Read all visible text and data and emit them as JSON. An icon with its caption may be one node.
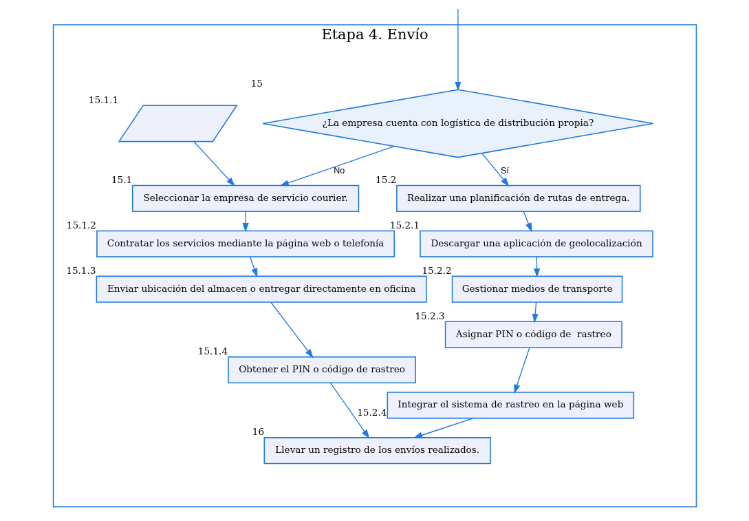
{
  "diagram": {
    "nodes": [
      {
        "text": [
          "Etapa 4. Envío"
        ]
      },
      {
        "text": [
          "¿La empresa cuenta con logística de distribución propia?"
        ],
        "beside": [
          "15"
        ],
        "in": 0
      },
      {
        "text": [
          "Seleccionar la empresa de servicio courier."
        ],
        "beside": [
          "15.1"
        ],
        "in": 0
      },
      {
        "text": [],
        "shape": "parallelogram",
        "beside": [
          "15.1.1"
        ],
        "in": 0
      },
      {
        "text": [
          "Realizar una planificación de rutas de entrega."
        ],
        "beside": [
          "15.2"
        ],
        "in": 0
      },
      {
        "text": [
          "Contratar los servicios mediante la página web o telefonía"
        ],
        "beside": [
          "15.1.2"
        ],
        "in": 0
      },
      {
        "text": [
          "Descargar una aplicación de geolocalización"
        ],
        "beside": [
          "15.2.1"
        ],
        "in": 0
      },
      {
        "text": [
          "Enviar ubicación del almacen o entregar directamente en oficina"
        ],
        "beside": [
          "15.1.3"
        ],
        "in": 0
      },
      {
        "text": [
          "Gestionar medios de transporte"
        ],
        "beside": [
          "15.2.2"
        ],
        "in": 0
      },
      {
        "text": [
          "Obtener el PIN o código de rastreo"
        ],
        "beside": [
          "15.1.4"
        ],
        "in": 0
      },
      {
        "text": [
          "Asignar PIN o código de  rastreo"
        ],
        "beside": [
          "15.2.3"
        ],
        "in": 0
      },
      {
        "text": [
          "Integrar el sistema de rastreo en la página web"
        ],
        "beside": [
          "15.2.4"
        ],
        "in": 0
      },
      {
        "text": [
          "Llevar un registro de los envíos realizados."
        ],
        "beside": [
          "16"
        ],
        "in": 0
      }
    ],
    "edges": [
      {
        "from": null,
        "to": 1,
        "arrow": "to"
      },
      {
        "from": 1,
        "to": 2,
        "arrow": "to",
        "label": "No"
      },
      {
        "from": 1,
        "to": 4,
        "arrow": "to",
        "label": "Sí"
      },
      {
        "from": 3,
        "to": 2,
        "arrow": "to"
      },
      {
        "from": 2,
        "to": 5,
        "arrow": "to"
      },
      {
        "from": 5,
        "to": 7,
        "arrow": "to"
      },
      {
        "from": 7,
        "to": 9,
        "arrow": "to"
      },
      {
        "from": 4,
        "to": 6,
        "arrow": "to"
      },
      {
        "from": 6,
        "to": 8,
        "arrow": "to"
      },
      {
        "from": 8,
        "to": 10,
        "arrow": "to"
      },
      {
        "from": 10,
        "to": 11,
        "arrow": "to"
      },
      {
        "from": 9,
        "to": 12,
        "arrow": "to"
      },
      {
        "from": 11,
        "to": 12,
        "arrow": "to"
      }
    ]
  }
}
